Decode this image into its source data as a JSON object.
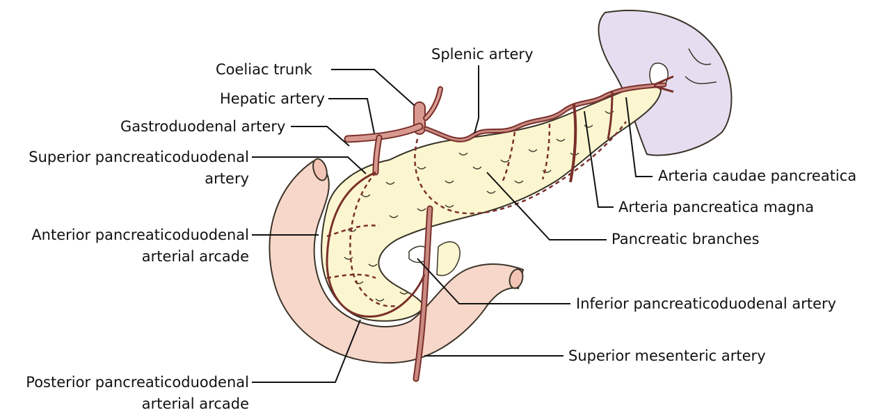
{
  "colors": {
    "pancreas": "#fbf6cf",
    "pancreas_outline": "#3a3428",
    "duodenum": "#f7d7ca",
    "spleen": "#e6def0",
    "artery": "#b56a63",
    "artery_dark": "#7a2f2a",
    "leader": "#111111"
  },
  "labels": {
    "coeliac_trunk": "Coeliac trunk",
    "hepatic_artery": "Hepatic artery",
    "gastroduodenal_artery": "Gastroduodenal artery",
    "superior_pd_artery_l1": "Superior pancreaticoduodenal",
    "superior_pd_artery_l2": "artery",
    "anterior_pd_arcade_l1": "Anterior pancreaticoduodenal",
    "anterior_pd_arcade_l2": "arterial arcade",
    "posterior_pd_arcade_l1": "Posterior pancreaticoduodenal",
    "posterior_pd_arcade_l2": "arterial arcade",
    "splenic_artery": "Splenic artery",
    "arteria_caudae_pancreatica": "Arteria caudae pancreatica",
    "arteria_pancreatica_magna": "Arteria pancreatica magna",
    "pancreatic_branches": "Pancreatic branches",
    "inferior_pd_artery": "Inferior pancreaticoduodenal artery",
    "superior_mesenteric_artery": "Superior mesenteric artery"
  }
}
